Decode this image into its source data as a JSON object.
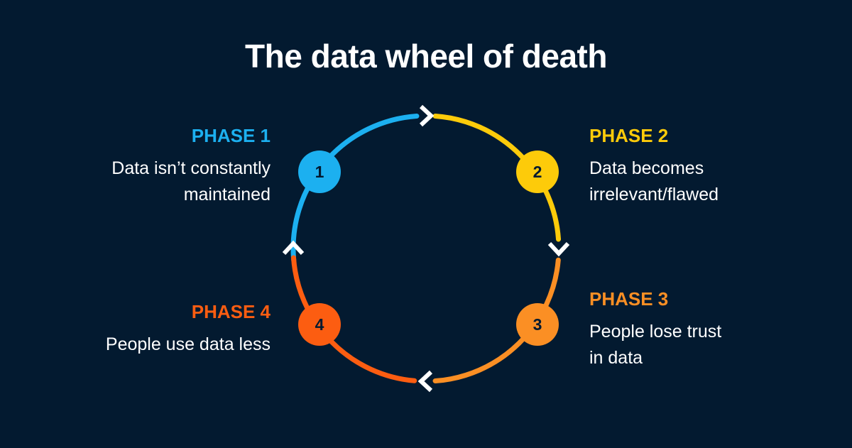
{
  "title": "The data wheel of death",
  "colors": {
    "background": "#031a30",
    "phase1": "#1cb0f0",
    "phase2": "#fdcb0a",
    "phase3": "#fb8f24",
    "phase4": "#fc5d11",
    "arrow": "#ffffff",
    "badge_text": "#031a30"
  },
  "phases": [
    {
      "number": "1",
      "title": "PHASE 1",
      "description": [
        "Data isn’t constantly",
        "maintained"
      ]
    },
    {
      "number": "2",
      "title": "PHASE 2",
      "description": [
        "Data becomes",
        "irrelevant/flawed"
      ]
    },
    {
      "number": "3",
      "title": "PHASE 3",
      "description": [
        "People lose trust",
        "in data"
      ]
    },
    {
      "number": "4",
      "title": "PHASE 4",
      "description": [
        "People use data less"
      ]
    }
  ],
  "arrows": [
    {
      "name": "arrow-right-icon"
    },
    {
      "name": "arrow-down-icon"
    },
    {
      "name": "arrow-left-icon"
    },
    {
      "name": "arrow-up-icon"
    }
  ]
}
